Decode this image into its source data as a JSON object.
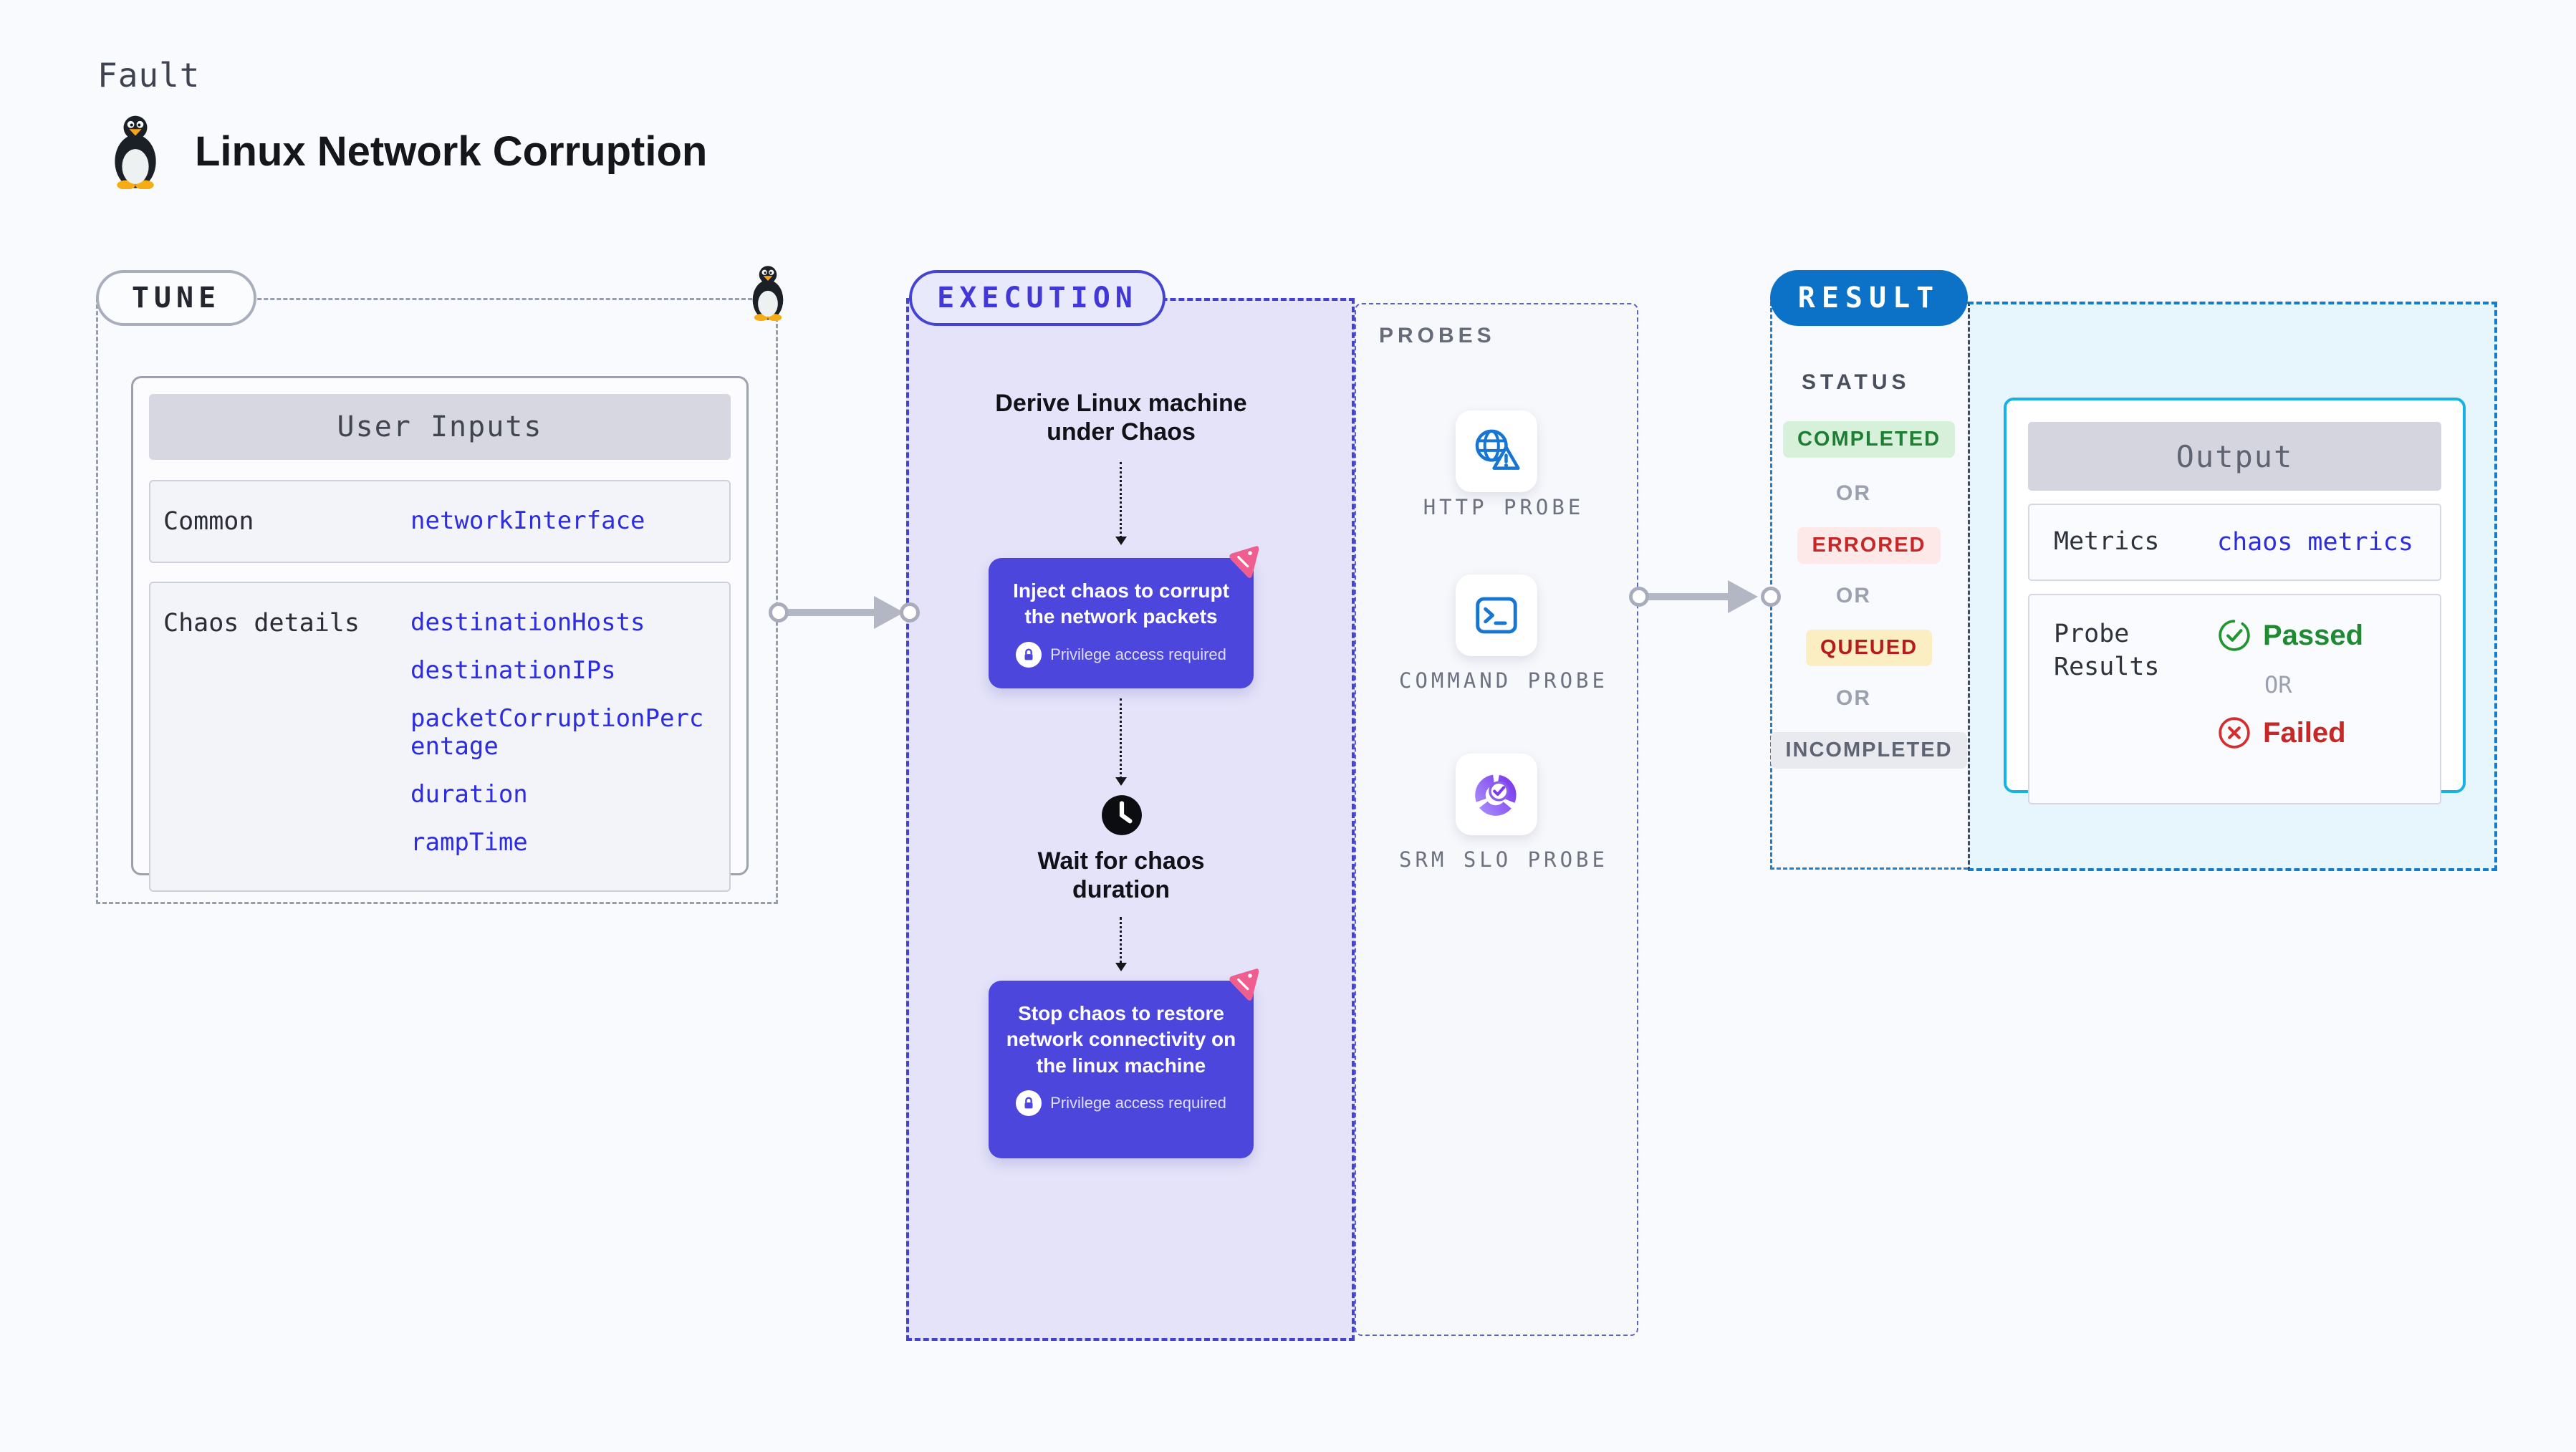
{
  "header": {
    "kind": "Fault",
    "title": "Linux Network Corruption"
  },
  "tune": {
    "pill": "TUNE",
    "card_title": "User Inputs",
    "rows": [
      {
        "label": "Common",
        "values": [
          "networkInterface"
        ]
      },
      {
        "label": "Chaos details",
        "values": [
          "destinationHosts",
          "destinationIPs",
          "packetCorruptionPercentage",
          "duration",
          "rampTime"
        ]
      }
    ]
  },
  "execution": {
    "pill": "EXECUTION",
    "derive_label": "Derive Linux machine under Chaos",
    "inject_label": "Inject chaos to corrupt the network packets",
    "wait_label": "Wait for chaos duration",
    "stop_label": "Stop chaos to restore network connectivity on the linux machine",
    "privilege_label": "Privilege access required"
  },
  "probes": {
    "label": "PROBES",
    "items": [
      {
        "name": "HTTP PROBE",
        "icon": "globe-alert-icon"
      },
      {
        "name": "COMMAND PROBE",
        "icon": "terminal-icon"
      },
      {
        "name": "SRM SLO PROBE",
        "icon": "slo-donut-icon"
      }
    ]
  },
  "result": {
    "pill": "RESULT",
    "status_label": "STATUS",
    "or_label": "OR",
    "statuses": [
      {
        "label": "COMPLETED",
        "text_color": "#1e7e34",
        "bg_color": "#d7f0d9"
      },
      {
        "label": "ERRORED",
        "text_color": "#c62828",
        "bg_color": "#fde9e7"
      },
      {
        "label": "QUEUED",
        "text_color": "#b71c1c",
        "bg_color": "#fbeec3"
      },
      {
        "label": "INCOMPLETED",
        "text_color": "#5f6472",
        "bg_color": "#e9eaef"
      }
    ],
    "output": {
      "title": "Output",
      "metrics_label": "Metrics",
      "metrics_value": "chaos metrics",
      "probe_results_label": "Probe Results",
      "passed_label": "Passed",
      "or_label": "OR",
      "failed_label": "Failed"
    }
  },
  "colors": {
    "accent_indigo": "#4c46dd",
    "execution_fill": "#e4e3f9",
    "accent_pink": "#ef5e8e",
    "probe_icon_blue": "#1776d2",
    "srm_purple": "#7c3aed",
    "result_blue": "#0b72c8",
    "output_border_cyan": "#17b2e5",
    "code_blue": "#2d2de0",
    "passed_green": "#1e8a31",
    "failed_red": "#c62828"
  }
}
